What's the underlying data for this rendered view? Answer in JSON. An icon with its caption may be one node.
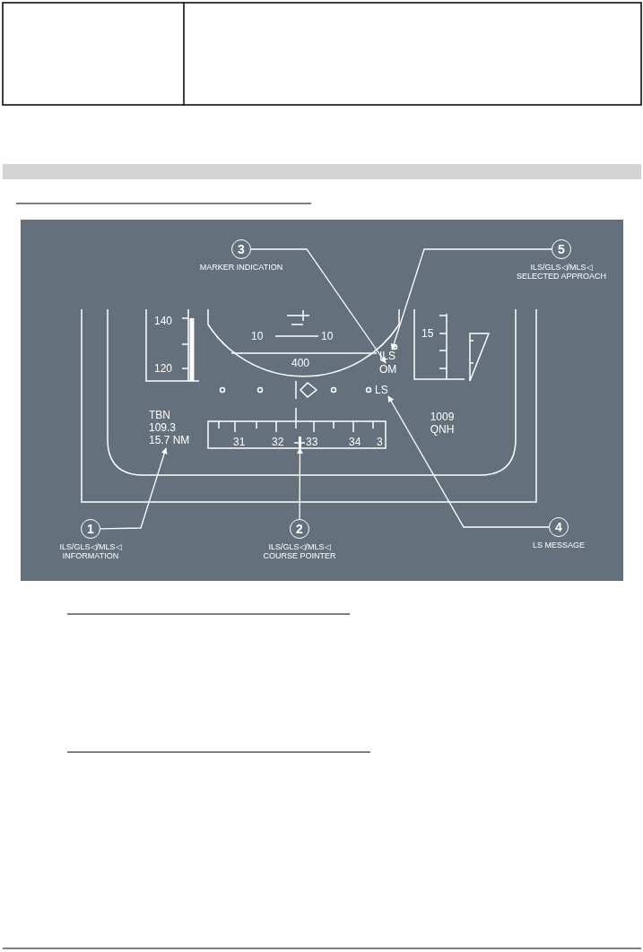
{
  "diagram": {
    "nodes": [
      {
        "text": [
          "3"
        ],
        "beside": [
          "MARKER INDICATION"
        ]
      },
      {
        "text": [
          "5"
        ],
        "beside": [
          "ILS/GLS◁/MLS◁ SELECTED APPROACH"
        ]
      },
      {
        "text": [
          "ILS"
        ]
      },
      {
        "text": [
          "OM"
        ]
      },
      {
        "text": [
          "LS"
        ]
      },
      {
        "text": [
          "TBN 109.3 15.7 NM"
        ]
      },
      {
        "text": [],
        "shape": "bar"
      },
      {
        "text": [
          "1"
        ],
        "beside": [
          "ILS/GLS◁/MLS◁ INFORMATION"
        ]
      },
      {
        "text": [
          "2"
        ],
        "beside": [
          "ILS/GLS◁/MLS◁ COURSE POINTER"
        ]
      },
      {
        "text": [
          "4"
        ],
        "beside": [
          "LS MESSAGE"
        ]
      }
    ],
    "edges": [
      {
        "from": 0,
        "to": 3,
        "arrow": "to"
      },
      {
        "from": 1,
        "to": 2,
        "arrow": "to"
      },
      {
        "from": 7,
        "to": 5,
        "arrow": "to"
      },
      {
        "from": 8,
        "to": 6,
        "arrow": "to"
      },
      {
        "from": 9,
        "to": 4,
        "arrow": "to"
      }
    ],
    "labels": [
      "140",
      "120",
      "10",
      "10",
      "400",
      "31",
      "32",
      "33",
      "34",
      "3",
      "15",
      "1009 QNH"
    ]
  }
}
